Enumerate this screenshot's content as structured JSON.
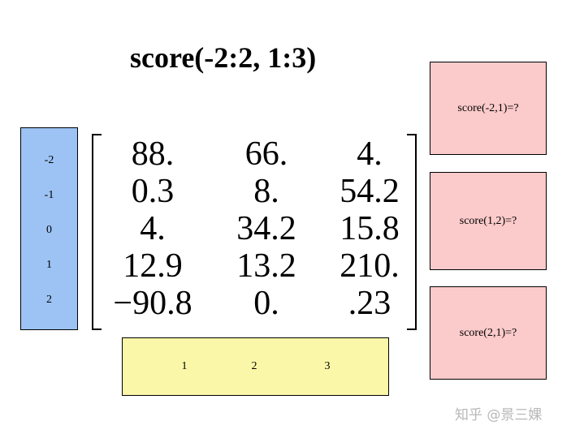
{
  "title": "score(-2:2, 1:3)",
  "row_labels": [
    "-2",
    "-1",
    "0",
    "1",
    "2"
  ],
  "col_labels": [
    "1",
    "2",
    "3"
  ],
  "matrix": [
    [
      "88.",
      "66.",
      "4."
    ],
    [
      "0.3",
      "8.",
      "54.2"
    ],
    [
      "4.",
      "34.2",
      "15.8"
    ],
    [
      "12.9",
      "13.2",
      "210."
    ],
    [
      "−90.8",
      "0.",
      ".23"
    ]
  ],
  "questions": [
    "score(-2,1)=?",
    "score(1,2)=?",
    "score(2,1)=?"
  ],
  "watermark": "知乎 @景三婐",
  "colors": {
    "row_index_bg": "#9cc3f4",
    "col_index_bg": "#fbf7a8",
    "question_bg": "#fbcaca"
  }
}
